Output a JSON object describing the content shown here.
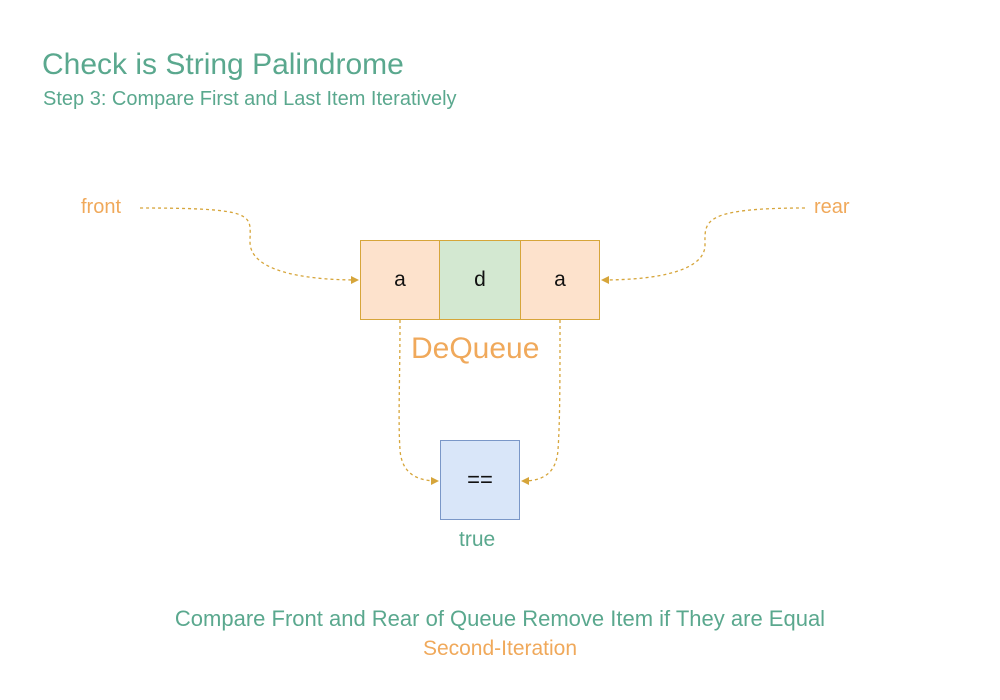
{
  "header": {
    "title": "Check is String Palindrome",
    "subtitle": "Step 3: Compare First and Last Item Iteratively"
  },
  "pointers": {
    "front": "front",
    "rear": "rear"
  },
  "dequeue": {
    "label": "DeQueue",
    "items": [
      "a",
      "d",
      "a"
    ]
  },
  "comparison": {
    "operator": "==",
    "result": "true"
  },
  "footer": {
    "caption": "Compare Front and Rear of Queue Remove Item if They are Equal",
    "iteration": "Second-Iteration"
  },
  "colors": {
    "title_text": "#5aa88e",
    "accent_orange": "#f0a95b",
    "connector": "#d6a53a",
    "end_item_fill": "#fde2cc",
    "middle_item_fill": "#d3e8d1",
    "compare_fill": "#d9e6f9",
    "compare_border": "#7a97c8"
  }
}
